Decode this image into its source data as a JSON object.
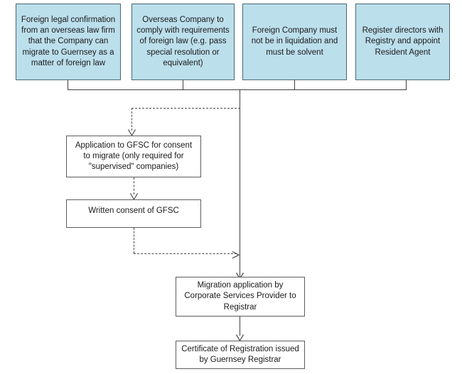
{
  "diagram": {
    "title": "Guernsey inward migration flowchart",
    "colors": {
      "condition_fill": "#bcdfec",
      "condition_border": "#4a6572",
      "process_fill": "#ffffff",
      "process_border": "#5d5d5d",
      "connector": "#3f3f3f",
      "background": "#ffffff"
    },
    "conditions": [
      {
        "id": "foreign-legal-confirmation",
        "label": "Foreign legal confirmation from an overseas law firm that the Company can migrate to Guernsey as a matter of foreign law"
      },
      {
        "id": "comply-foreign-law",
        "label": "Overseas Company to comply with requirements of foreign law (e.g. pass special resolution or equivalent)"
      },
      {
        "id": "not-in-liquidation",
        "label": "Foreign Company must not be in liquidation and must be solvent"
      },
      {
        "id": "register-directors",
        "label": "Register directors with Registry and appoint Resident Agent"
      }
    ],
    "steps": [
      {
        "id": "gfsc-application",
        "label": "Application to GFSC for consent to migrate (only required for \"supervised\" companies)"
      },
      {
        "id": "gfsc-written-consent",
        "label": "Written consent of GFSC"
      },
      {
        "id": "migration-application",
        "label": "Migration application by Corporate Services Provider to Registrar"
      },
      {
        "id": "certificate-of-registration",
        "label": "Certificate of Registration issued by Guernsey Registrar"
      }
    ],
    "connectors": [
      {
        "id": "conditions-join-bar",
        "style": "solid",
        "kind": "merge-bar"
      },
      {
        "id": "trunk-to-migration",
        "style": "solid",
        "kind": "vertical"
      },
      {
        "id": "branch-to-gfsc-application",
        "style": "dashed",
        "kind": "optional-branch"
      },
      {
        "id": "gfsc-application-to-consent",
        "style": "dashed",
        "kind": "optional-branch"
      },
      {
        "id": "gfsc-consent-to-trunk",
        "style": "dashed",
        "kind": "optional-branch"
      },
      {
        "id": "migration-to-certificate",
        "style": "solid",
        "kind": "vertical"
      }
    ]
  }
}
